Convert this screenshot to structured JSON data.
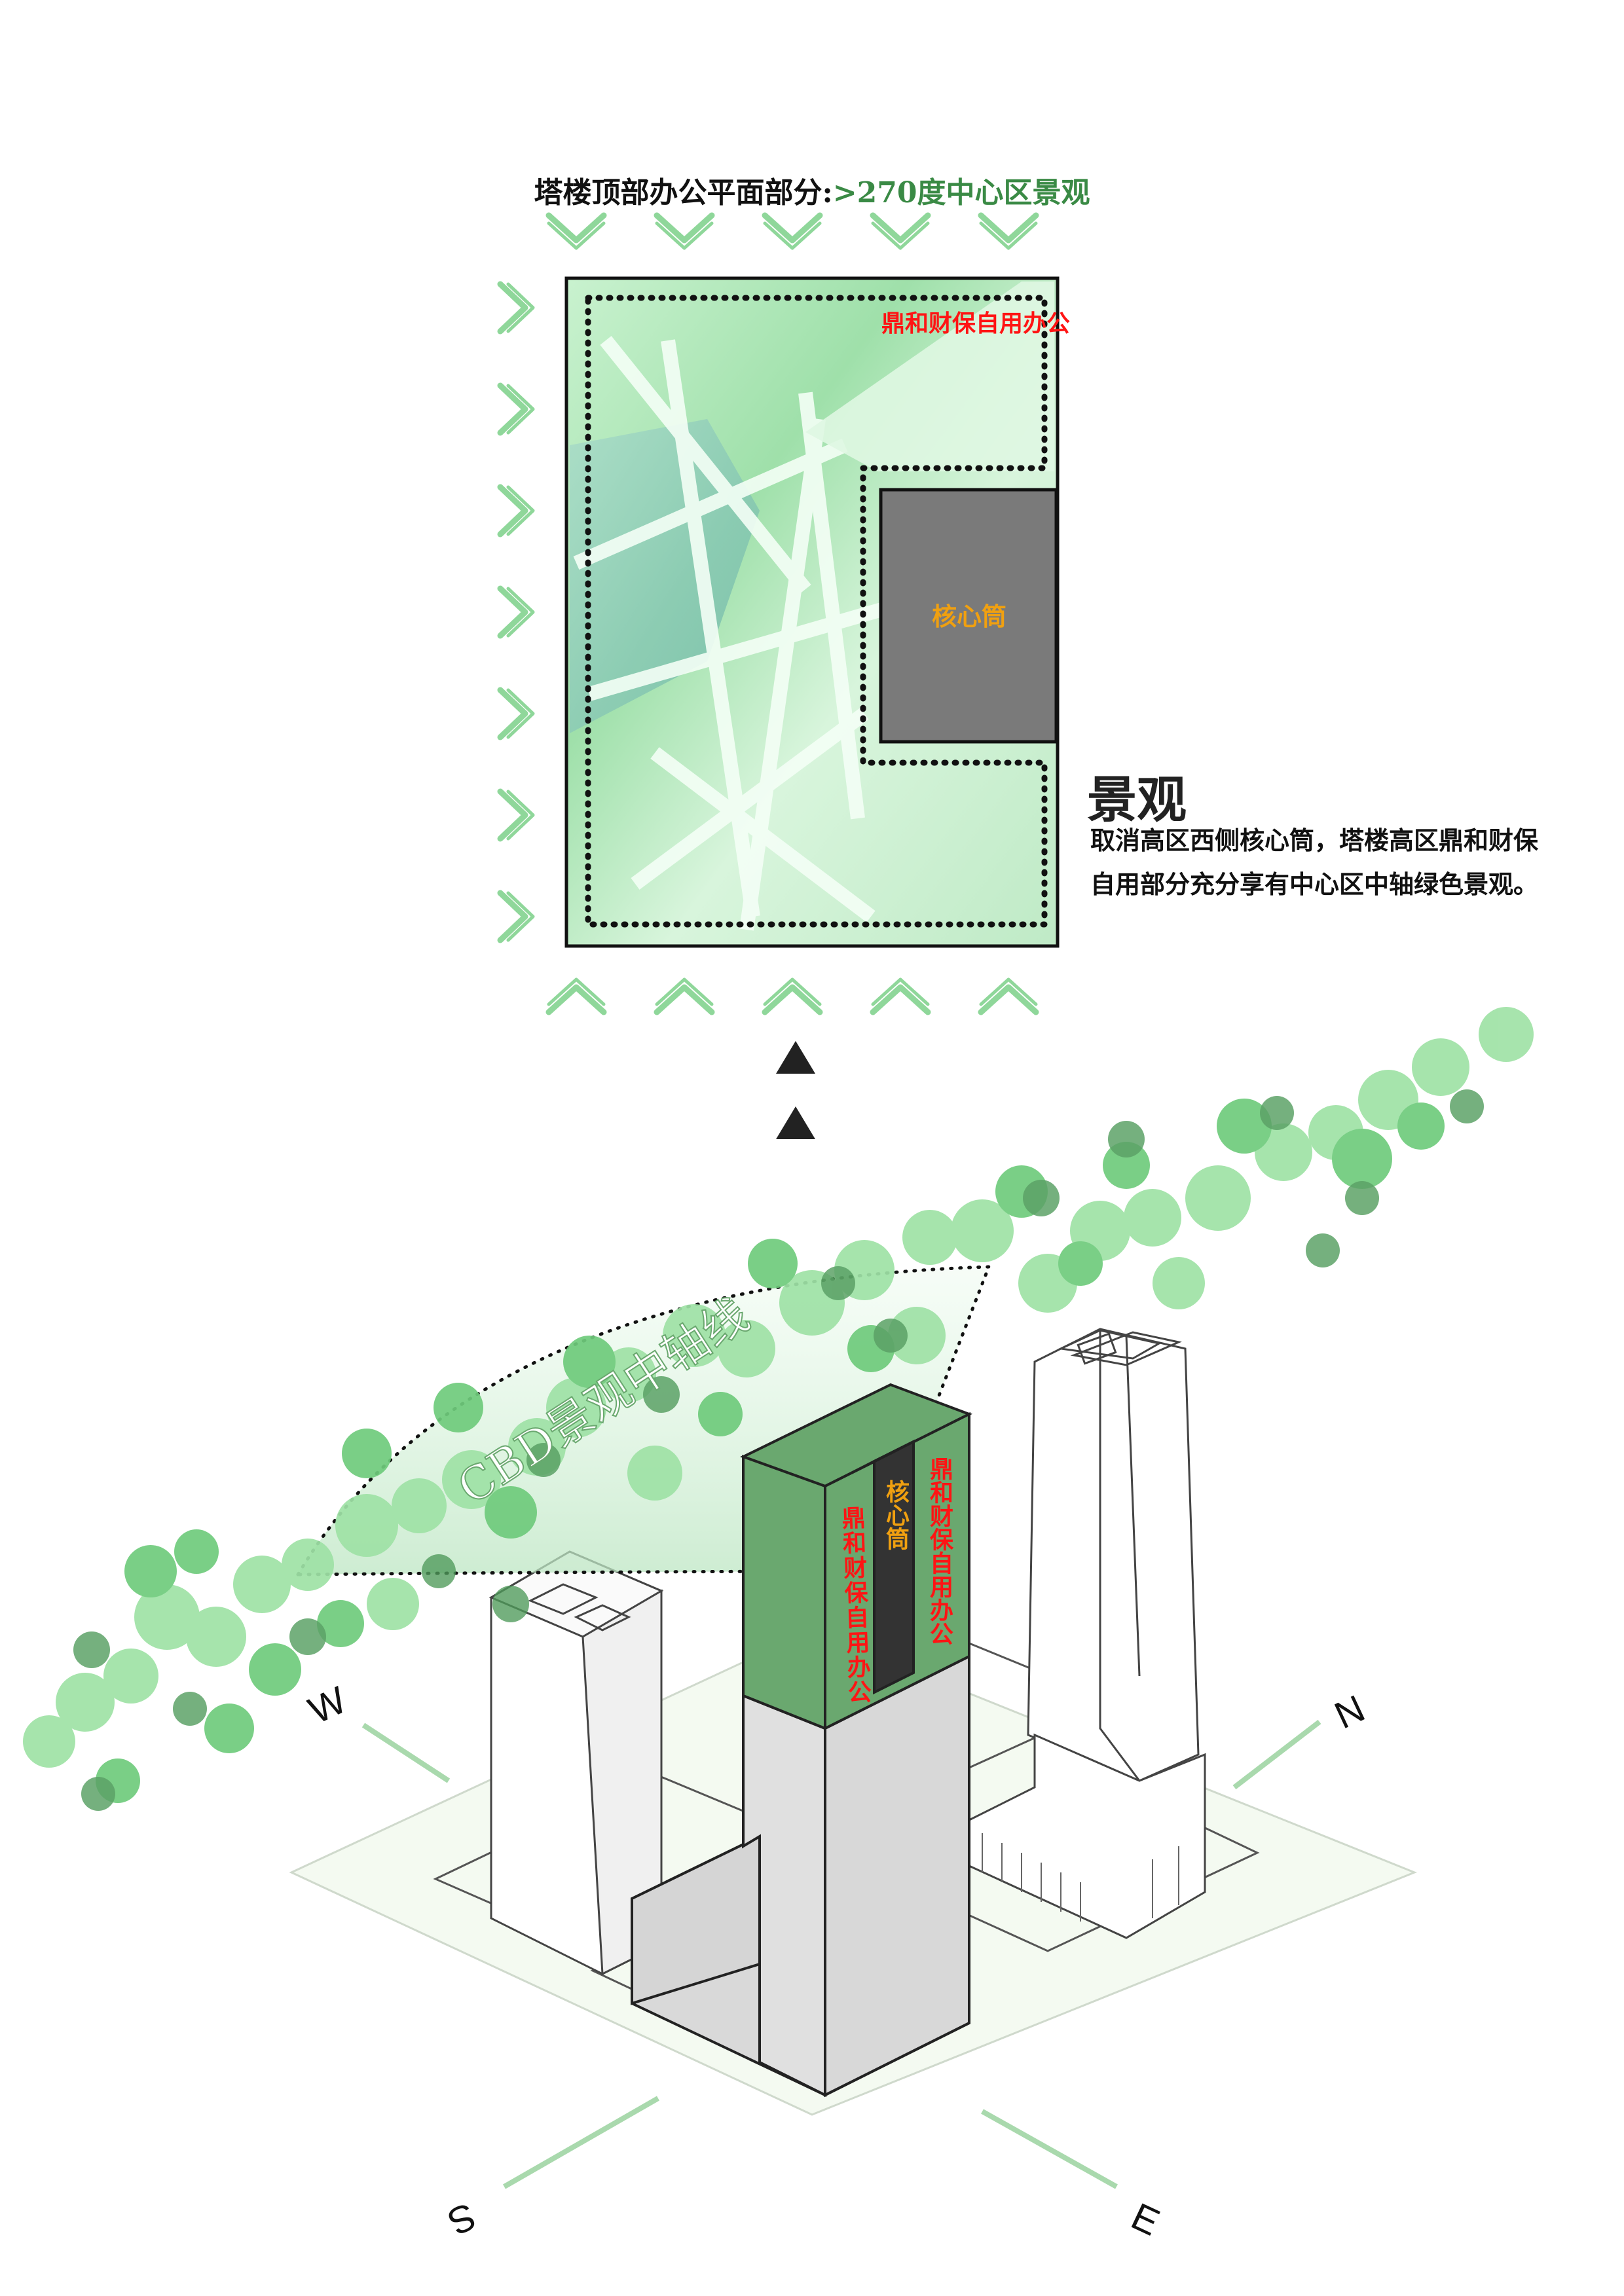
{
  "header": {
    "title_prefix": "塔楼顶部办公平面部分:",
    "title_highlight": ">270度中心区景观"
  },
  "plan": {
    "office_label": "鼎和财保自用办公",
    "core_label": "核心筒"
  },
  "side_note": {
    "heading": "景观",
    "description": "取消高区西侧核心筒，塔楼高区鼎和财保自用部分充分享有中心区中轴绿色景观。"
  },
  "axon": {
    "axis_label": "CBD景观中轴线",
    "left_face_label": "鼎和财保自用办公",
    "core_label": "核心筒",
    "right_face_label": "鼎和财保自用办公"
  },
  "compass": {
    "n": "N",
    "s": "S",
    "e": "E",
    "w": "W"
  },
  "colors": {
    "accent_green": "#6aa86f",
    "light_green": "#b7ecc0",
    "arrow_green": "#8fd79a",
    "core_gray": "#7a7a7a",
    "label_red": "#ff1414",
    "label_orange": "#f0a010"
  }
}
